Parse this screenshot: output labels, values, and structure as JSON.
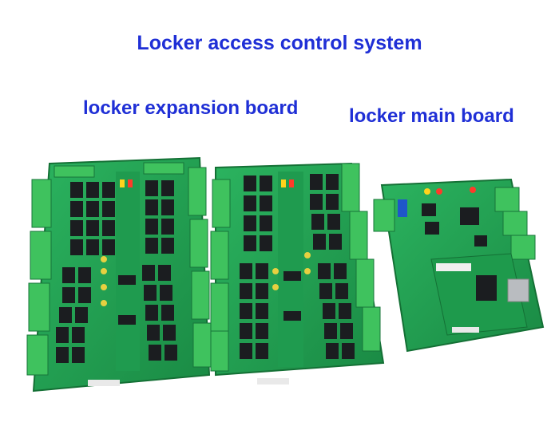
{
  "title": "Locker access control system",
  "labels": {
    "expansion": "locker expansion board",
    "main": "locker main board"
  },
  "colors": {
    "text": "#1f2fd6",
    "pcb": "#22a052",
    "pcb_dark": "#157a3a",
    "relay": "#1b1d20",
    "terminal": "#3fc25e"
  },
  "boards": [
    {
      "name": "expansion-board-left"
    },
    {
      "name": "expansion-board-middle"
    },
    {
      "name": "main-board"
    }
  ]
}
